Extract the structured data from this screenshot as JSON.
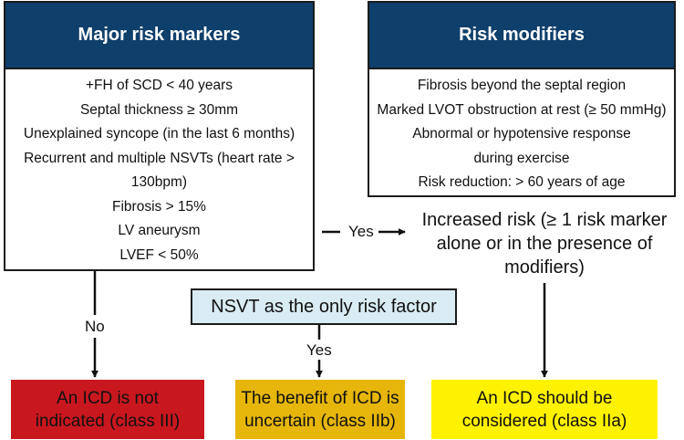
{
  "major": {
    "title": "Major risk markers",
    "items": [
      "+FH of SCD < 40 years",
      "Septal thickness ≥ 30mm",
      "Unexplained syncope (in the last 6 months)",
      "Recurrent and multiple NSVTs (heart rate > 130bpm)",
      "Fibrosis > 15%",
      "LV aneurysm",
      "LVEF < 50%"
    ]
  },
  "modifiers": {
    "title": "Risk modifiers",
    "items": [
      "Fibrosis beyond the septal region",
      "Marked LVOT obstruction at rest (≥ 50 mmHg)",
      "Abnormal or hypotensive response during exercise",
      "Risk reduction: > 60 years of age"
    ]
  },
  "edges": {
    "yes_label": "Yes",
    "no_label": "No",
    "nsvt_yes_label": "Yes"
  },
  "increased_risk": "Increased risk (≥ 1 risk marker alone or in the presence of modifiers)",
  "nsvt": "NSVT as the only risk factor",
  "outcomes": {
    "not_indicated": {
      "line1": "An ICD is not",
      "line2": "indicated (class III)",
      "color": "#c8171e"
    },
    "uncertain": {
      "line1": "The benefit of ICD is",
      "line2": "uncertain (class IIb)",
      "color": "#e6b60a"
    },
    "considered": {
      "line1": "An ICD should be",
      "line2": "considered (class IIa)",
      "color": "#fff200"
    }
  },
  "colors": {
    "header": "#0f3f6b",
    "nsvt_fill": "#d9ecf3"
  }
}
